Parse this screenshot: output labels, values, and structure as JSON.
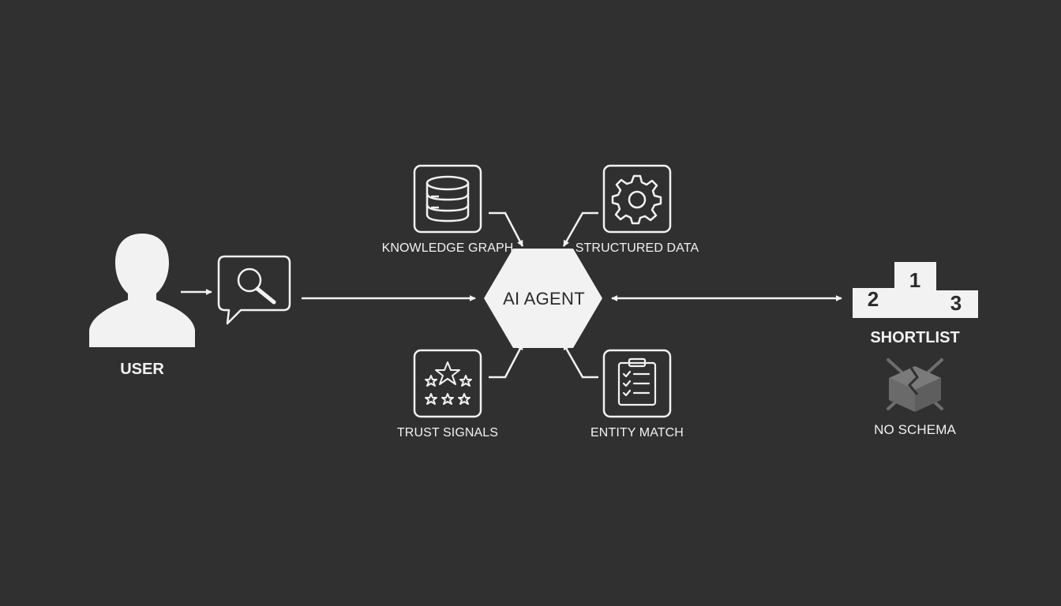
{
  "colors": {
    "background": "#303030",
    "foreground": "#f2f2f2",
    "agent_text": "#2b2b2b",
    "muted_icon": "#6e6e6e"
  },
  "nodes": {
    "user": {
      "label": "USER",
      "icon": "user-silhouette-icon"
    },
    "query": {
      "icon": "search-bubble-icon"
    },
    "agent": {
      "label": "AI AGENT",
      "shape": "hexagon"
    },
    "knowledge_graph": {
      "label": "KNOWLEDGE GRAPH",
      "icon": "database-icon"
    },
    "structured_data": {
      "label": "STRUCTURED DATA",
      "icon": "gear-icon"
    },
    "trust_signals": {
      "label": "TRUST SIGNALS",
      "icon": "stars-icon"
    },
    "entity_match": {
      "label": "ENTITY MATCH",
      "icon": "clipboard-checklist-icon"
    },
    "shortlist": {
      "label": "SHORTLIST",
      "icon": "podium-icon",
      "ranks": [
        "1",
        "2",
        "3"
      ]
    },
    "no_schema": {
      "label": "NO SCHEMA",
      "icon": "broken-box-icon"
    }
  },
  "edges": [
    {
      "from": "user",
      "to": "query",
      "direction": "forward"
    },
    {
      "from": "query",
      "to": "agent",
      "direction": "forward"
    },
    {
      "from": "knowledge_graph",
      "to": "agent",
      "direction": "forward"
    },
    {
      "from": "structured_data",
      "to": "agent",
      "direction": "forward"
    },
    {
      "from": "trust_signals",
      "to": "agent",
      "direction": "forward"
    },
    {
      "from": "entity_match",
      "to": "agent",
      "direction": "forward"
    },
    {
      "from": "agent",
      "to": "shortlist",
      "direction": "both"
    }
  ]
}
